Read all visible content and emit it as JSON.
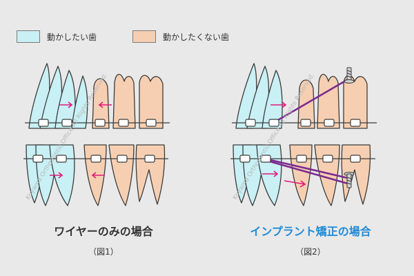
{
  "colors": {
    "tooth_move": "#c8f0f5",
    "tooth_keep": "#f6cfb2",
    "outline": "#3b3b3b",
    "arrow": "#e4187a",
    "implant_wire": "#7b2b8f",
    "accent_title": "#1f8bd6",
    "background": "#e9e9e9"
  },
  "legend": [
    {
      "label": "動かしたい歯",
      "color": "#c8f0f5"
    },
    {
      "label": "動かしたくない歯",
      "color": "#f6cfb2"
    }
  ],
  "figures": [
    {
      "title": "ワイヤーのみの場合",
      "sub": "（図1）"
    },
    {
      "title": "インプラント矯正の場合",
      "sub": "（図2）"
    }
  ],
  "watermark": "Koyama Orthodontic Office All Rights Reserved."
}
